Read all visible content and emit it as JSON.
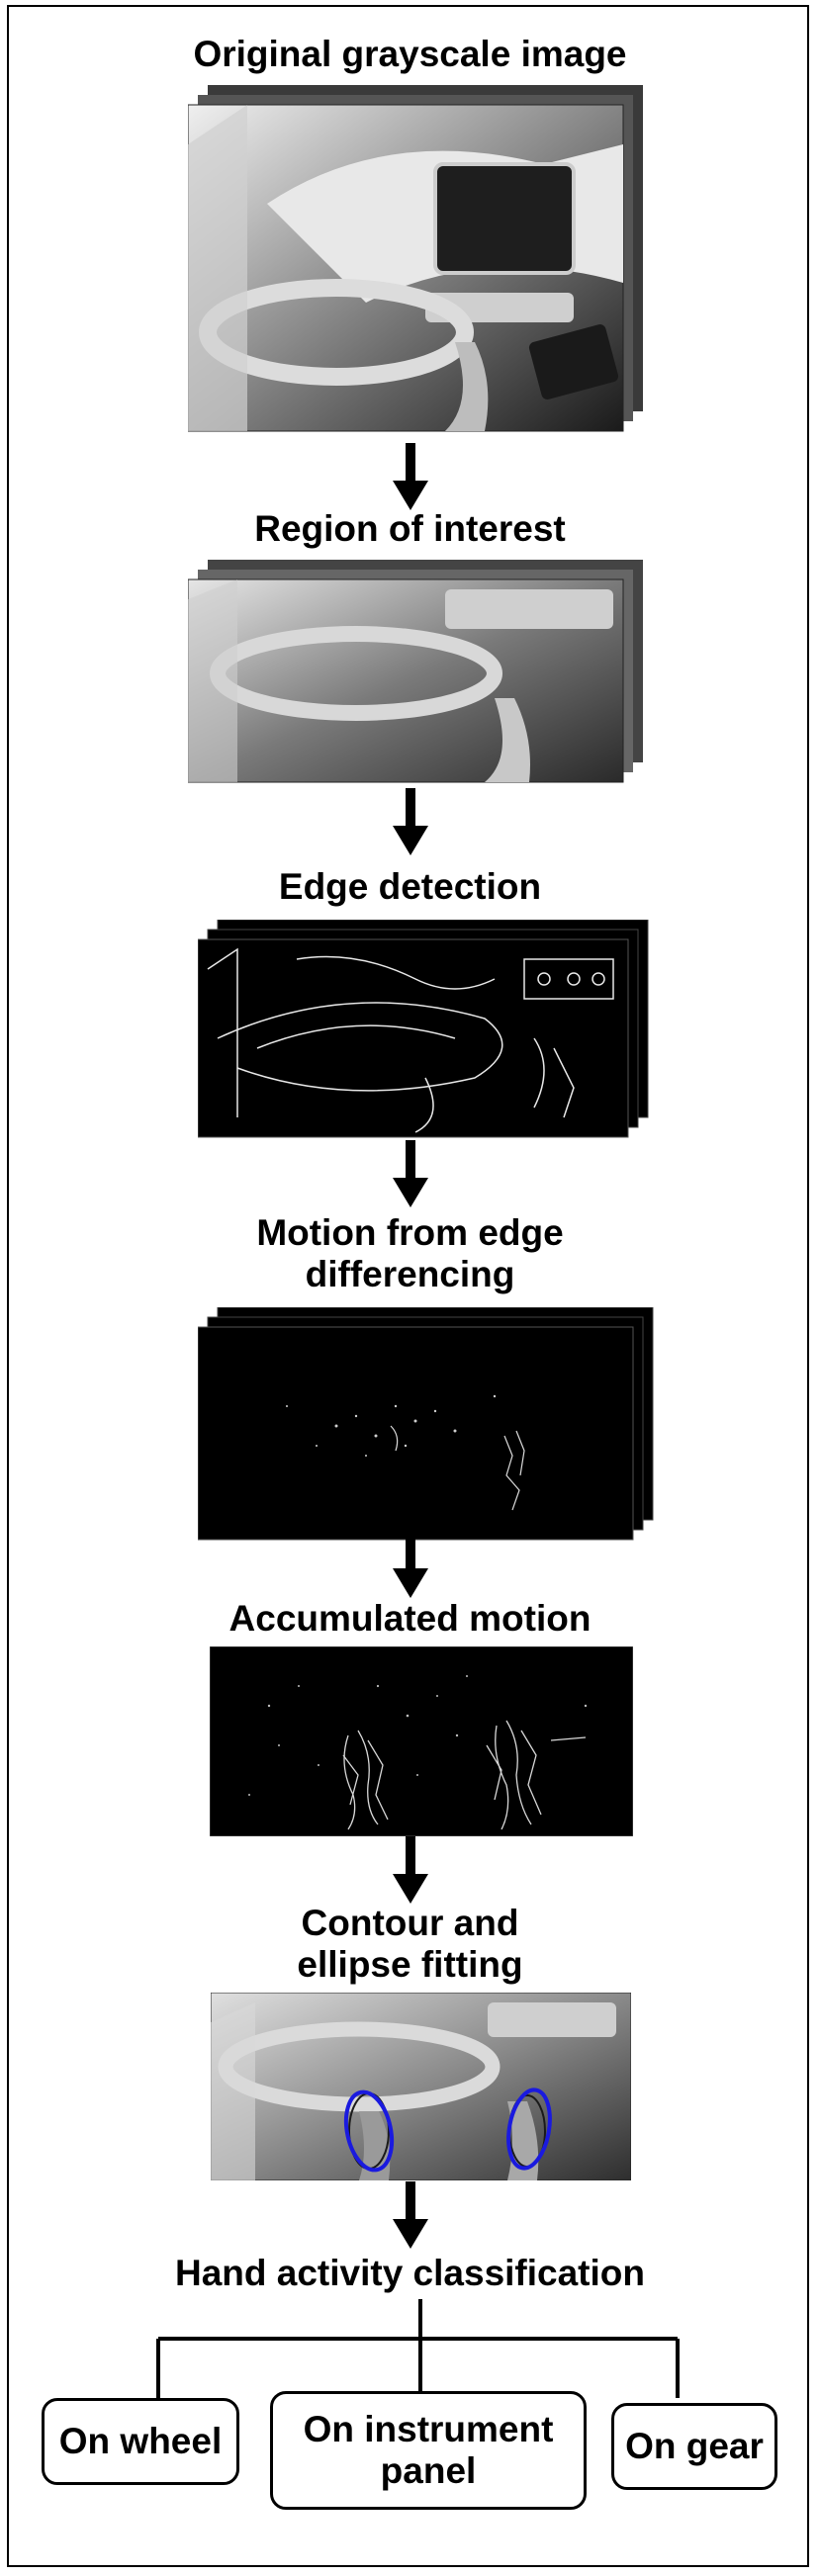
{
  "steps": {
    "original": "Original grayscale image",
    "roi": "Region of interest",
    "edge": "Edge detection",
    "motion_line1": "Motion from edge",
    "motion_line2": "differencing",
    "accumulated": "Accumulated motion",
    "contour_line1": "Contour and",
    "contour_line2": "ellipse fitting",
    "classification": "Hand activity classification"
  },
  "outputs": {
    "on_wheel": "On wheel",
    "on_instrument_panel_line1": "On instrument",
    "on_instrument_panel_line2": "panel",
    "on_gear": "On gear"
  },
  "colors": {
    "ellipse": "#1a1adf",
    "ink": "#000000"
  }
}
